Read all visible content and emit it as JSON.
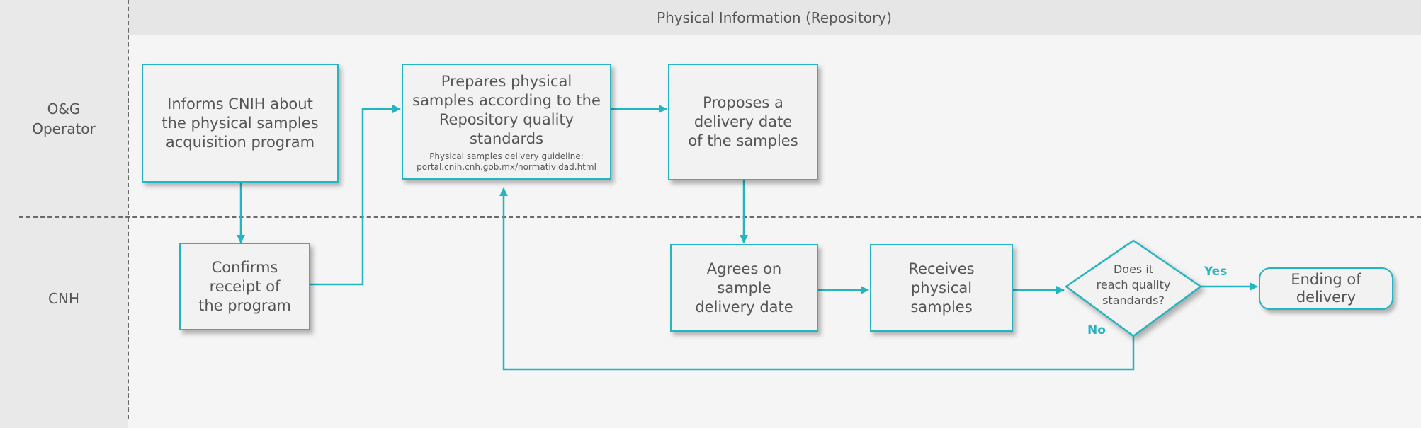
{
  "header": {
    "title": "Physical Information (Repository)"
  },
  "lanes": [
    {
      "label": "O&G\nOperator"
    },
    {
      "label": "CNH"
    }
  ],
  "steps": {
    "inform": "Informs CNIH about\nthe physical samples\nacquisition program",
    "prepare": "Prepares physical\nsamples according to the\nRepository quality\nstandards",
    "prepare_note": "Physical samples delivery guideline:\nportal.cnih.cnh.gob.mx/normatividad.html",
    "propose": "Proposes a\ndelivery date\nof the samples",
    "confirm": "Confirms\nreceipt of\nthe program",
    "agree": "Agrees on\nsample\ndelivery date",
    "receive": "Receives\nphysical\nsamples",
    "decision": "Does it\nreach quality\nstandards?",
    "end": "Ending of\ndelivery"
  },
  "branches": {
    "yes": "Yes",
    "no": "No"
  },
  "colors": {
    "accent": "#25b5c0",
    "text": "#555555",
    "divider": "#6a6a6a"
  }
}
